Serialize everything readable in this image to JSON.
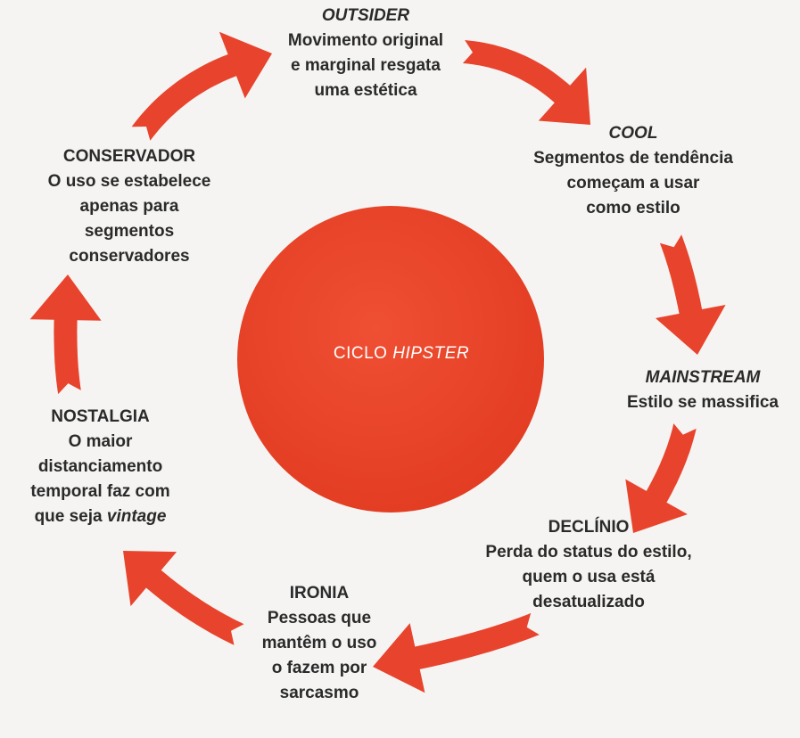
{
  "center": {
    "label_prefix": "CICLO",
    "label_emph": "HIPSTER",
    "color": "#e8432c"
  },
  "arrow_color": "#e8432c",
  "stages": {
    "outsider": {
      "title": "OUTSIDER",
      "lines": [
        "Movimento original",
        "e marginal resgata",
        "uma estética"
      ]
    },
    "cool": {
      "title": "COOL",
      "lines": [
        "Segmentos de tendência",
        "começam a usar",
        "como estilo"
      ]
    },
    "mainstream": {
      "title": "MAINSTREAM",
      "lines": [
        "Estilo se massifica"
      ]
    },
    "declinio": {
      "title": "DECLÍNIO",
      "lines": [
        "Perda do status do estilo,",
        "quem o usa está",
        "desatualizado"
      ]
    },
    "ironia": {
      "title": "IRONIA",
      "lines": [
        "Pessoas que",
        "mantêm o uso",
        "o fazem por",
        "sarcasmo"
      ]
    },
    "nostalgia": {
      "title": "NOSTALGIA",
      "lines": [
        "O maior",
        "distanciamento",
        "temporal faz com",
        "que seja "
      ],
      "lines_emph": "vintage"
    },
    "conservador": {
      "title": "CONSERVADOR",
      "lines": [
        "O uso se estabelece",
        "apenas para",
        "segmentos",
        "conservadores"
      ]
    }
  }
}
